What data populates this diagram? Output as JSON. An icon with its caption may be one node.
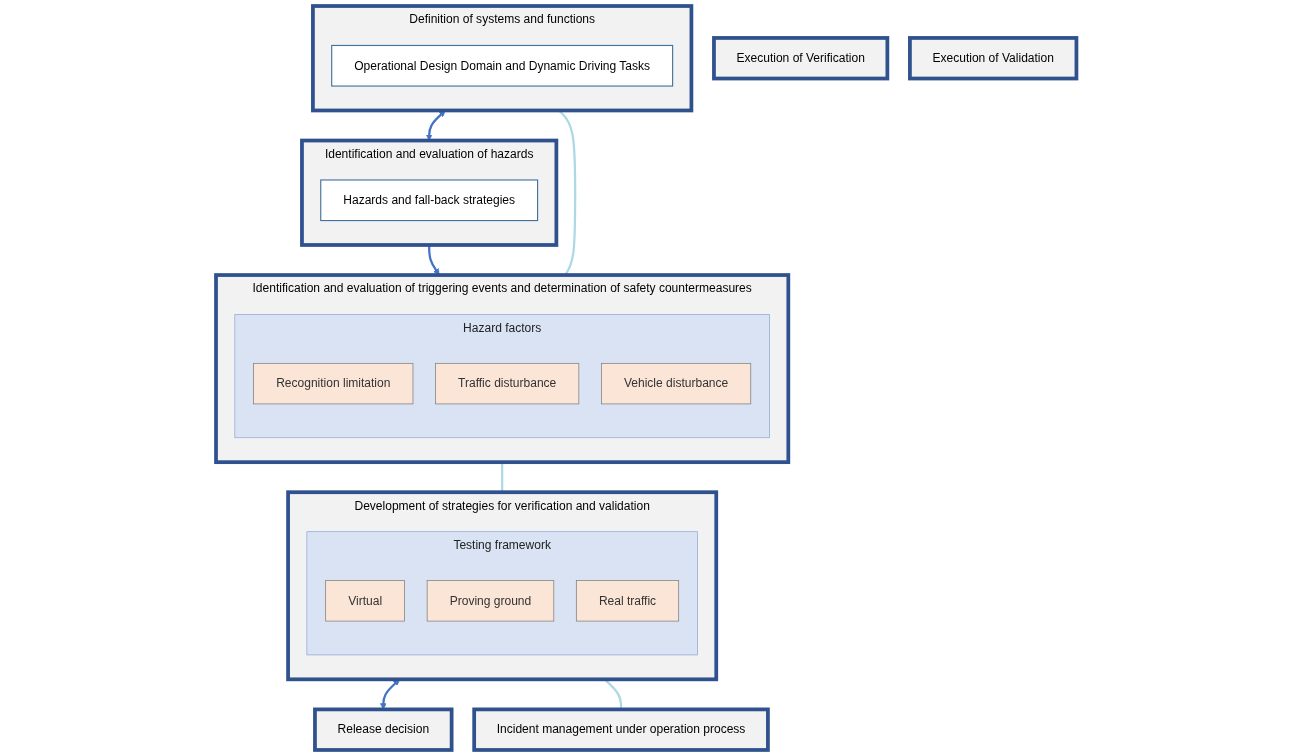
{
  "diagram": {
    "nodes": [
      {
        "text": [
          "Definition of systems and functions"
        ]
      },
      {
        "text": [
          "Operational Design Domain and Dynamic Driving Tasks"
        ],
        "in": 0
      },
      {
        "text": [
          "Identification and evaluation of hazards"
        ]
      },
      {
        "text": [
          "Hazards and fall-back strategies"
        ],
        "in": 2
      },
      {
        "text": [
          "Identification and evaluation of triggering events and determination of safety countermeasures"
        ]
      },
      {
        "text": [
          "Hazard factors"
        ],
        "in": 4
      },
      {
        "text": [
          "Recognition limitation"
        ],
        "in": 5
      },
      {
        "text": [
          "Traffic disturbance"
        ],
        "in": 5
      },
      {
        "text": [
          "Vehicle disturbance"
        ],
        "in": 5
      },
      {
        "text": [
          "Development of strategies for verification and validation"
        ]
      },
      {
        "text": [
          "Testing framework"
        ],
        "in": 9
      },
      {
        "text": [
          "Virtual"
        ],
        "in": 10
      },
      {
        "text": [
          "Proving ground"
        ],
        "in": 10
      },
      {
        "text": [
          "Real traffic"
        ],
        "in": 10
      },
      {
        "text": [
          "Execution of Verification"
        ]
      },
      {
        "text": [
          "Execution of Validation"
        ]
      },
      {
        "text": [
          "Release decision"
        ]
      },
      {
        "text": [
          "Incident management under operation process"
        ]
      }
    ],
    "edges": [
      {
        "from": 0,
        "to": 2,
        "arrow": "both"
      },
      {
        "from": 2,
        "to": 4,
        "arrow": "to"
      },
      {
        "from": 9,
        "to": 16,
        "arrow": "both"
      },
      {
        "from": 0,
        "to": 4,
        "arrow": "none",
        "color": "#add8e6"
      },
      {
        "from": 4,
        "to": 9,
        "arrow": "none",
        "color": "#add8e6"
      },
      {
        "from": 9,
        "to": 17,
        "arrow": "none",
        "color": "#add8e6"
      }
    ]
  }
}
